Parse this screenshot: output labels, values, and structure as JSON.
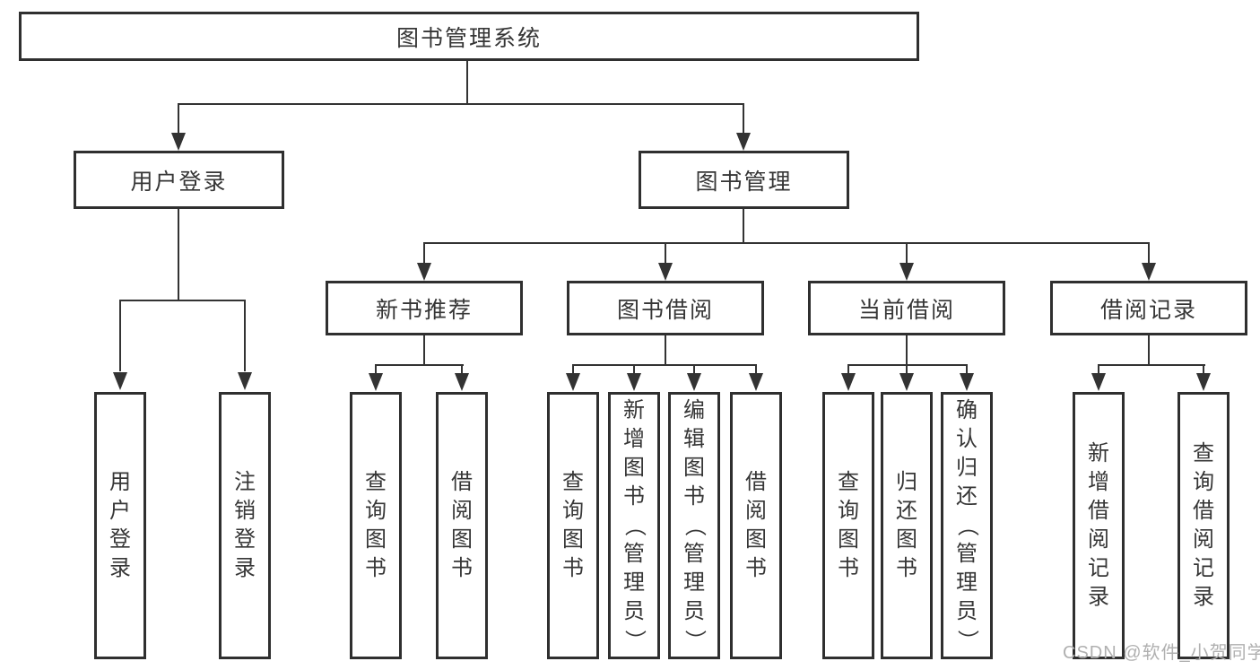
{
  "diagram": {
    "root": {
      "label": "图书管理系统"
    },
    "level2": [
      {
        "label": "用户登录"
      },
      {
        "label": "图书管理"
      }
    ],
    "level3": [
      {
        "label": "新书推荐",
        "parent": "图书管理"
      },
      {
        "label": "图书借阅",
        "parent": "图书管理"
      },
      {
        "label": "当前借阅",
        "parent": "图书管理"
      },
      {
        "label": "借阅记录",
        "parent": "图书管理"
      }
    ],
    "leaves": [
      {
        "label": "用户登录",
        "parent": "用户登录"
      },
      {
        "label": "注销登录",
        "parent": "用户登录"
      },
      {
        "label": "查询图书",
        "parent": "新书推荐"
      },
      {
        "label": "借阅图书",
        "parent": "新书推荐"
      },
      {
        "label": "查询图书",
        "parent": "图书借阅"
      },
      {
        "label": "新增图书（管理员）",
        "parent": "图书借阅"
      },
      {
        "label": "编辑图书（管理员）",
        "parent": "图书借阅"
      },
      {
        "label": "借阅图书",
        "parent": "图书借阅"
      },
      {
        "label": "查询图书",
        "parent": "当前借阅"
      },
      {
        "label": "归还图书",
        "parent": "当前借阅"
      },
      {
        "label": "确认归还（管理员）",
        "parent": "当前借阅"
      },
      {
        "label": "新增借阅记录",
        "parent": "借阅记录"
      },
      {
        "label": "查询借阅记录",
        "parent": "借阅记录"
      }
    ]
  },
  "watermark": {
    "text": "CSDN @软件_小贺同学"
  },
  "colors": {
    "line": "#333333",
    "box_border": "#2f2f2f",
    "text": "#363636",
    "background": "#ffffff",
    "watermark": "#b0b0b0"
  }
}
